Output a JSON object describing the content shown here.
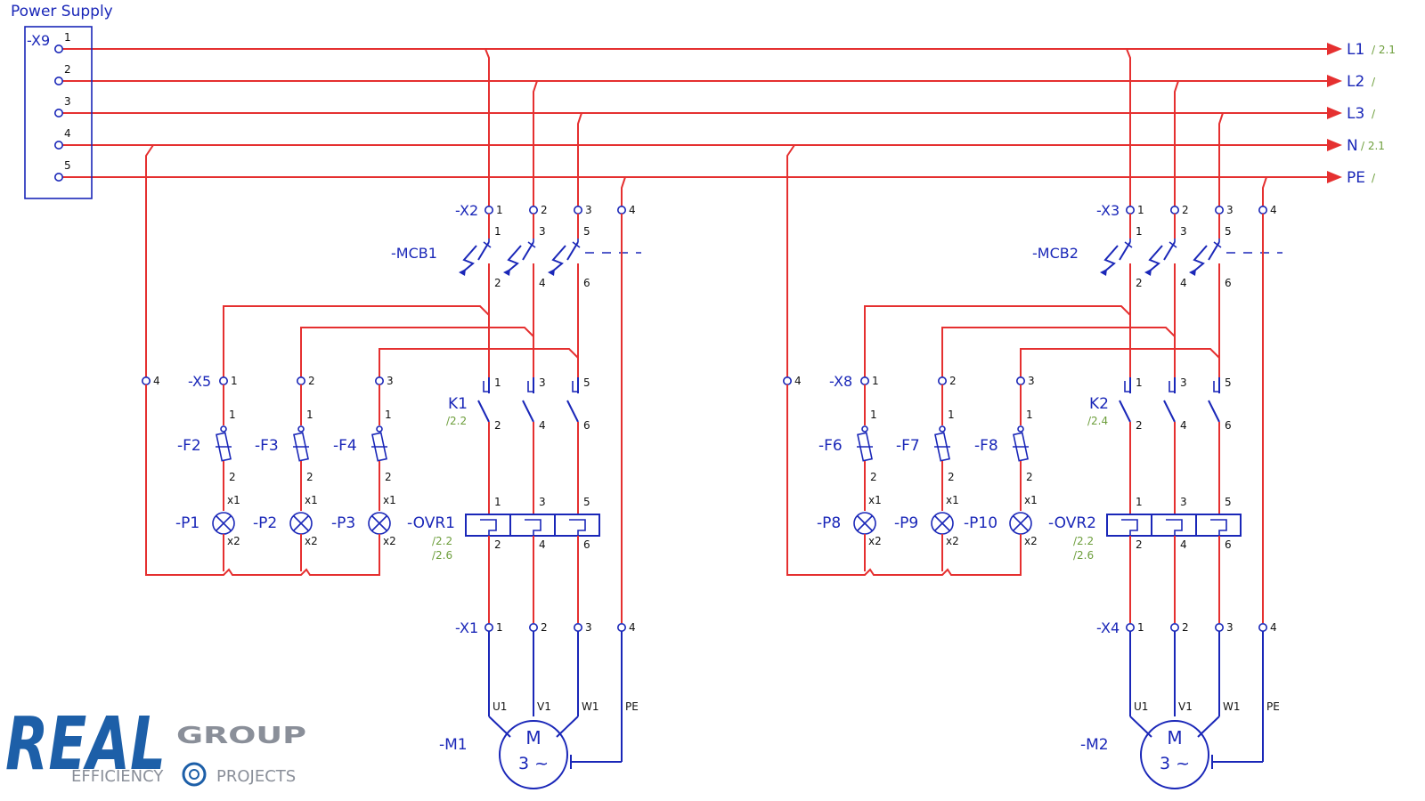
{
  "header": {
    "power_supply": "Power Supply"
  },
  "terminal_block": {
    "tag": "-X9",
    "pins": [
      "1",
      "2",
      "3",
      "4",
      "5"
    ]
  },
  "lines": [
    {
      "name": "L1",
      "ref": "/ 2.1"
    },
    {
      "name": "L2",
      "ref": "/"
    },
    {
      "name": "L3",
      "ref": "/"
    },
    {
      "name": "N",
      "ref": "/ 2.1"
    },
    {
      "name": "PE",
      "ref": "/"
    }
  ],
  "terminal_pins": [
    "1",
    "2",
    "3",
    "4"
  ],
  "mcb_pins_top": [
    "1",
    "3",
    "5"
  ],
  "mcb_pins_bottom": [
    "2",
    "4",
    "6"
  ],
  "k_pins_top": [
    "1",
    "3",
    "5"
  ],
  "k_pins_bottom": [
    "2",
    "4",
    "6"
  ],
  "ovr_pins_top": [
    "1",
    "3",
    "5"
  ],
  "ovr_pins_bottom": [
    "2",
    "4",
    "6"
  ],
  "lamp_terminal_pins": [
    "1",
    "2",
    "3"
  ],
  "neutral_pin": "4",
  "fuse_pins": [
    "1",
    "2"
  ],
  "lamp_pins": [
    "x1",
    "x2"
  ],
  "motor_pins": [
    "U1",
    "V1",
    "W1",
    "PE"
  ],
  "motor_symbol": {
    "letter": "M",
    "phase": "3 ~"
  },
  "sections": [
    {
      "supply_terminal": "-X2",
      "mcb": "-MCB1",
      "lamp_terminal": "-X5",
      "fuses": [
        "-F2",
        "-F3",
        "-F4"
      ],
      "lamps": [
        "-P1",
        "-P2",
        "-P3"
      ],
      "contactor": "K1",
      "contactor_ref": "/2.2",
      "overload": "-OVR1",
      "overload_refs": [
        "/2.2",
        "/2.6"
      ],
      "motor_terminal": "-X1",
      "motor": "-M1"
    },
    {
      "supply_terminal": "-X3",
      "mcb": "-MCB2",
      "lamp_terminal": "-X8",
      "fuses": [
        "-F6",
        "-F7",
        "-F8"
      ],
      "lamps": [
        "-P8",
        "-P9",
        "-P10"
      ],
      "contactor": "K2",
      "contactor_ref": "/2.4",
      "overload": "-OVR2",
      "overload_refs": [
        "/2.2",
        "/2.6"
      ],
      "motor_terminal": "-X4",
      "motor": "-M2"
    }
  ],
  "logo": {
    "brand": "REAL",
    "group": "GROUP",
    "tagline_left": "EFFICIENCY",
    "tagline_right": "PROJECTS"
  },
  "colors": {
    "wire": "#e53030",
    "symbol": "#1a27b8",
    "reference": "#6d9e3c",
    "logo_blue": "#1d5fa8",
    "logo_grey": "#8a8f99"
  }
}
